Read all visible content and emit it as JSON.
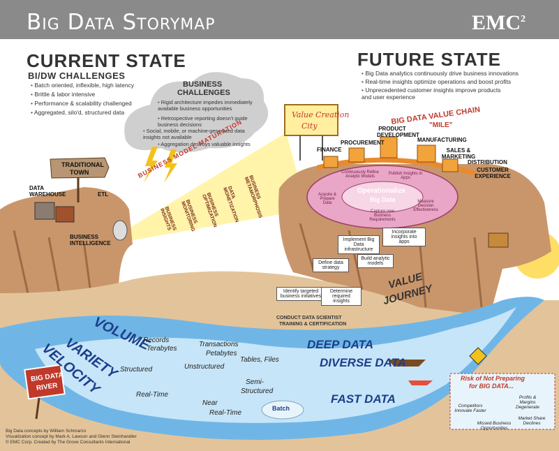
{
  "title": "Big Data Storymap",
  "brand": {
    "name": "EMC",
    "sup": "2"
  },
  "current_state": {
    "heading": "CURRENT STATE",
    "subheading": "BI/DW CHALLENGES",
    "bullets": [
      "Batch oriented, inflexible, high latency",
      "Brittle & labor intensive",
      "Performance & scalability challenged",
      "Aggregated, silo'd, structured data"
    ]
  },
  "business_challenges": {
    "heading_line1": "BUSINESS",
    "heading_line2": "CHALLENGES",
    "bullets": [
      "Rigid architecture impedes immediately available business opportunities",
      "Retrospective reporting doesn't guide business decisions",
      "Social, mobile, or machine-generated data insights not available",
      "Aggregation destroys valuable insights"
    ]
  },
  "future_state": {
    "heading": "FUTURE STATE",
    "bullets": [
      "Big Data analytics continuously drive business innovations",
      "Real-time insights optimize operations and boost profits",
      "Unprecedented customer insights improve products and user experience"
    ]
  },
  "traditional_town": {
    "line1": "TRADITIONAL",
    "line2": "TOWN"
  },
  "labels": {
    "data_warehouse_1": "DATA",
    "data_warehouse_2": "WAREHOUSE",
    "etl": "ETL",
    "bi_1": "BUSINESS",
    "bi_2": "INTELLIGENCE"
  },
  "maturation": {
    "title": "BUSINESS MODEL MATURATION",
    "stages": [
      "BUSINESS INSIGHTS",
      "BUSINESS MONITORING",
      "BUSINESS OPTIMIZATION",
      "DATA MONETIZATION",
      "BUSINESS METAMORPHOSIS"
    ]
  },
  "value_city": {
    "line1": "Value Creation",
    "line2": "City"
  },
  "value_chain": {
    "title_line1": "BIG DATA VALUE CHAIN",
    "title_line2": "\"MILE\"",
    "items": [
      {
        "label": "FINANCE"
      },
      {
        "label": "PROCUREMENT"
      },
      {
        "label": "PRODUCT DEVELOPMENT"
      },
      {
        "label": "MANUFACTURING"
      },
      {
        "label": "SALES & MARKETING"
      },
      {
        "label": "DISTRIBUTION"
      },
      {
        "label": "CUSTOMER EXPERIENCE"
      }
    ]
  },
  "operationalize": {
    "center_1": "Operationalize",
    "center_2": "Big Data",
    "ring": [
      "Continuously Refine Analytic Models",
      "Publish Insights in Apps",
      "Acquire & Prepare Data",
      "Capture new Business Requirements",
      "Measure Decision Effectiveness"
    ]
  },
  "value_journey": {
    "line1": "VALUE",
    "line2": "JOURNEY",
    "steps": [
      "Incorporate insights into apps",
      "Implement Big Data infrastructure",
      "Define data strategy",
      "Build analytic models",
      "Identify targeted business initiatives",
      "Determine required insights"
    ]
  },
  "training": {
    "line1": "CONDUCT DATA SCIENTIST",
    "line2": "TRAINING & CERTIFICATION"
  },
  "river": {
    "volume": "VOLUME",
    "variety": "VARIETY",
    "velocity": "VELOCITY",
    "records": "Records",
    "terabytes": "Terabytes",
    "transactions": "Transactions",
    "petabytes": "Petabytes",
    "tables_files": "Tables, Files",
    "structured": "Structured",
    "unstructured": "Unstructured",
    "semi_1": "Semi-",
    "semi_2": "Structured",
    "real_time": "Real-Time",
    "near_1": "Near",
    "near_2": "Real-Time",
    "batch": "Batch",
    "deep_data": "DEEP DATA",
    "diverse_data": "DIVERSE DATA",
    "fast_data": "FAST DATA",
    "river_sign_1": "BIG DATA",
    "river_sign_2": "RIVER"
  },
  "risk": {
    "title_line1": "Risk of Not Preparing",
    "title_line2": "for BIG DATA...",
    "items": [
      "Competitors Innovate Faster",
      "Profits & Margins Degenerate",
      "Market Share Declines",
      "Missed Business Opportunities"
    ]
  },
  "credits": [
    "Big Data concepts by William Schmarzo",
    "Visualization concept by Mark A. Lawson and Glenn Steinhandler",
    "© EMC Corp. Created by The Grove Consultants International"
  ],
  "colors": {
    "banner": "#8a8a8a",
    "sky": "#ffffff",
    "cliff": "#c9966b",
    "cliff_dark": "#9c6a45",
    "river": "#6fb6e6",
    "river_light": "#cfeaf9",
    "sun": "#ffd84a",
    "accent_red": "#c0392b"
  }
}
